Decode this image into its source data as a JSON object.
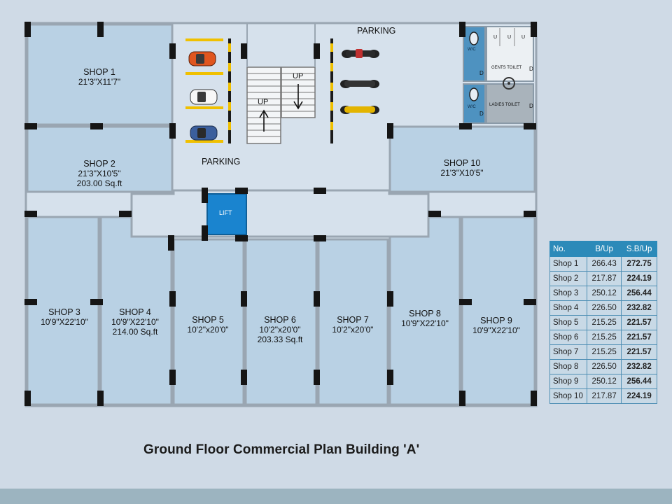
{
  "colors": {
    "background": "#cfdae6",
    "room_fill": "#b9d1e4",
    "corridor_fill": "#d6e1ec",
    "wall": "#9aa6b2",
    "column": "#151515",
    "lift": "#1a84cf",
    "parking_stripe": "#f0c000",
    "table_header": "#2c8ab9"
  },
  "plan": {
    "title": "Ground Floor Commercial Plan Building 'A'",
    "parking_top": "PARKING",
    "parking_left": "PARKING",
    "lift": "LIFT",
    "stair_up_1": "UP",
    "stair_up_2": "UP",
    "wc_1": "W/C",
    "wc_2": "W/C",
    "gents_toilet": "GENTS TOILET",
    "ladies_toilet": "LADIES TOILET",
    "door_1": "D",
    "door_2": "D",
    "door_3": "D",
    "door_4": "D",
    "urinal_label": "U"
  },
  "shops": [
    {
      "name": "SHOP 1",
      "dims": "21'3\"X11'7\"",
      "area": ""
    },
    {
      "name": "SHOP 2",
      "dims": "21'3\"X10'5\"",
      "area": "203.00 Sq.ft"
    },
    {
      "name": "SHOP 3",
      "dims": "10'9\"X22'10\"",
      "area": ""
    },
    {
      "name": "SHOP 4",
      "dims": "10'9\"X22'10\"",
      "area": "214.00 Sq.ft"
    },
    {
      "name": "SHOP 5",
      "dims": "10'2\"x20'0\"",
      "area": ""
    },
    {
      "name": "SHOP 6",
      "dims": "10'2\"x20'0\"",
      "area": "203.33 Sq.ft"
    },
    {
      "name": "SHOP 7",
      "dims": "10'2\"x20'0\"",
      "area": ""
    },
    {
      "name": "SHOP 8",
      "dims": "10'9\"X22'10\"",
      "area": ""
    },
    {
      "name": "SHOP 9",
      "dims": "10'9\"X22'10\"",
      "area": ""
    },
    {
      "name": "SHOP 10",
      "dims": "21'3\"X10'5\"",
      "area": ""
    }
  ],
  "area_table": {
    "headers": [
      "No.",
      "B/Up",
      "S.B/Up"
    ],
    "rows": [
      [
        "Shop 1",
        "266.43",
        "272.75"
      ],
      [
        "Shop 2",
        "217.87",
        "224.19"
      ],
      [
        "Shop 3",
        "250.12",
        "256.44"
      ],
      [
        "Shop 4",
        "226.50",
        "232.82"
      ],
      [
        "Shop 5",
        "215.25",
        "221.57"
      ],
      [
        "Shop 6",
        "215.25",
        "221.57"
      ],
      [
        "Shop 7",
        "215.25",
        "221.57"
      ],
      [
        "Shop 8",
        "226.50",
        "232.82"
      ],
      [
        "Shop 9",
        "250.12",
        "256.44"
      ],
      [
        "Shop 10",
        "217.87",
        "224.19"
      ]
    ]
  }
}
